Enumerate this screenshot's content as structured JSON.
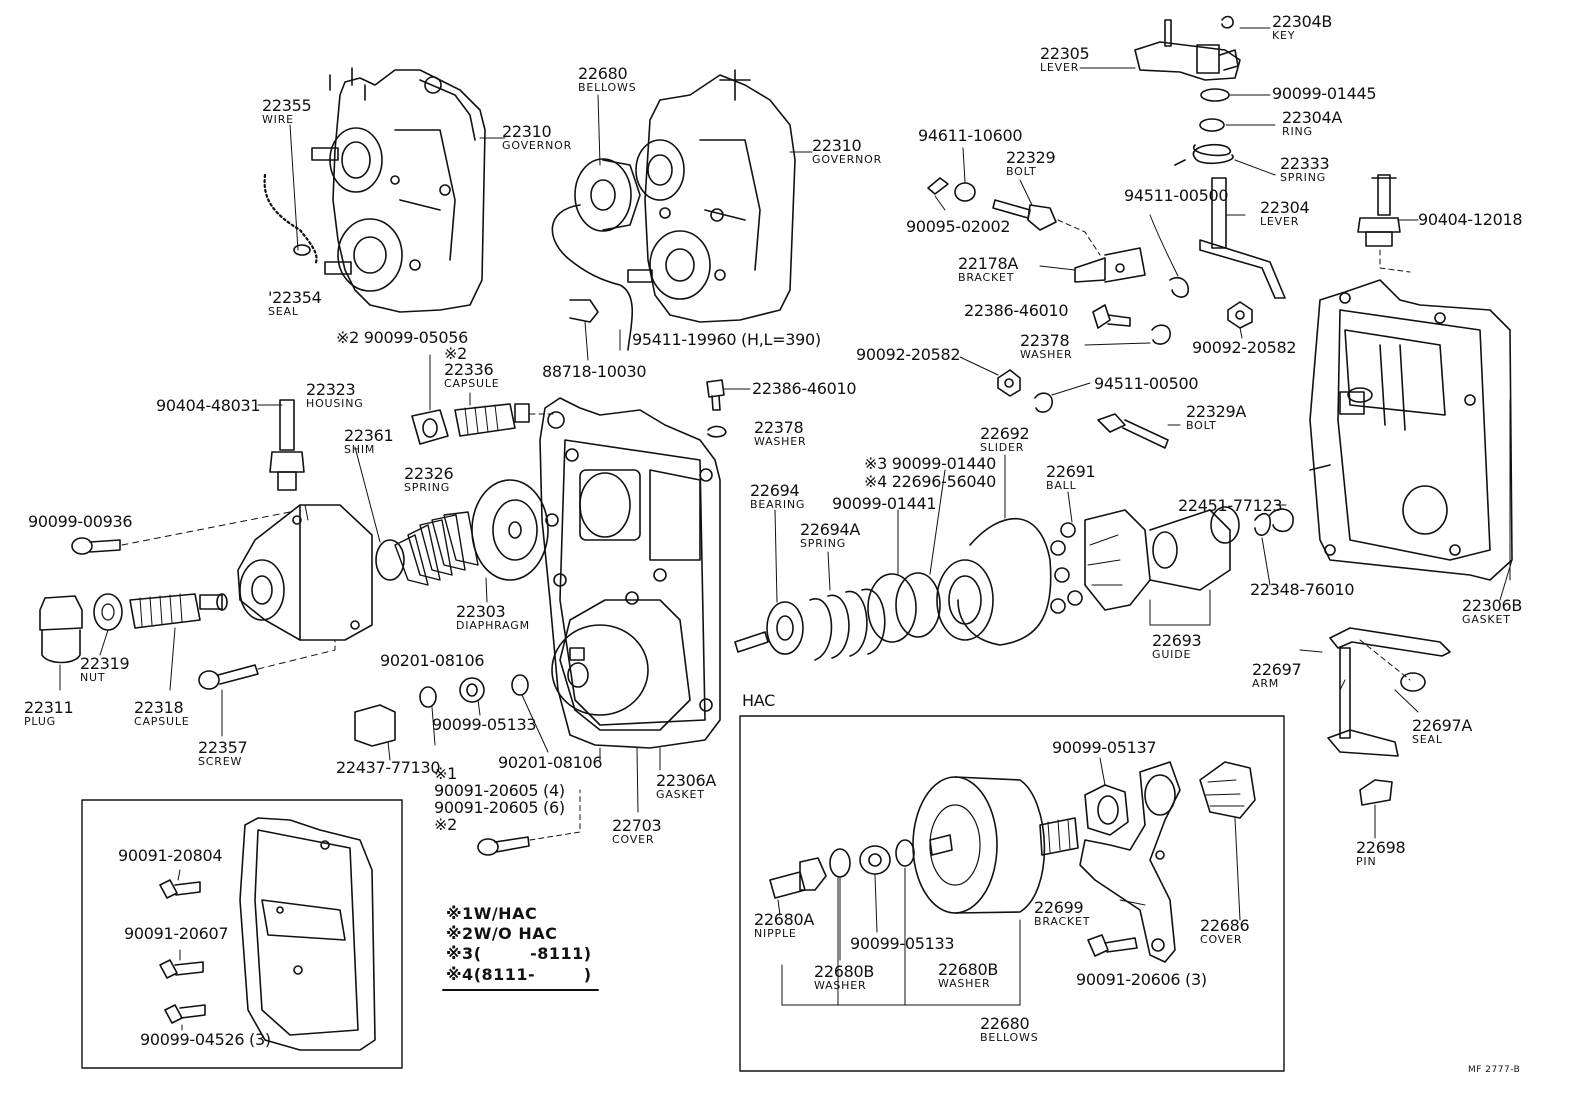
{
  "diagram_code": "MF 2777-B",
  "hac_title": "HAC",
  "legend": [
    {
      "mark": "※1",
      "text": "W/HAC"
    },
    {
      "mark": "※2",
      "text": "W/O  HAC"
    },
    {
      "mark": "※3",
      "text": "(        -8111)"
    },
    {
      "mark": "※4",
      "text": "(8111-        )"
    }
  ],
  "parts": {
    "p22304B": {
      "num": "22304B",
      "name": "KEY"
    },
    "p22305": {
      "num": "22305",
      "name": "LEVER"
    },
    "p90099_01445": {
      "num": "90099-01445",
      "name": ""
    },
    "p22304A": {
      "num": "22304A",
      "name": "RING"
    },
    "p22333": {
      "num": "22333",
      "name": "SPRING"
    },
    "p94611_10600": {
      "num": "94611-10600",
      "name": ""
    },
    "p22329": {
      "num": "22329",
      "name": "BOLT"
    },
    "p90095_02002": {
      "num": "90095-02002",
      "name": ""
    },
    "p94511_00500a": {
      "num": "94511-00500",
      "name": ""
    },
    "p22304": {
      "num": "22304",
      "name": "LEVER"
    },
    "p90404_12018": {
      "num": "90404-12018",
      "name": ""
    },
    "p22178A": {
      "num": "22178A",
      "name": "BRACKET"
    },
    "p22386_46010a": {
      "num": "22386-46010",
      "name": ""
    },
    "p22378a": {
      "num": "22378",
      "name": "WASHER"
    },
    "p90092_20582a": {
      "num": "90092-20582",
      "name": ""
    },
    "p90092_20582b": {
      "num": "90092-20582",
      "name": ""
    },
    "p94511_00500b": {
      "num": "94511-00500",
      "name": ""
    },
    "p22329A": {
      "num": "22329A",
      "name": "BOLT"
    },
    "p22692": {
      "num": "22692",
      "name": "SLIDER"
    },
    "p22691": {
      "num": "22691",
      "name": "BALL"
    },
    "p22451_77123": {
      "num": "22451-77123",
      "name": ""
    },
    "p22348_76010": {
      "num": "22348-76010",
      "name": ""
    },
    "p22306B": {
      "num": "22306B",
      "name": "GASKET"
    },
    "p22693": {
      "num": "22693",
      "name": "GUIDE"
    },
    "p22697": {
      "num": "22697",
      "name": "ARM"
    },
    "p22697A": {
      "num": "22697A",
      "name": "SEAL"
    },
    "p22698": {
      "num": "22698",
      "name": "PIN"
    },
    "p22355": {
      "num": "22355",
      "name": "WIRE"
    },
    "p22310a": {
      "num": "22310",
      "name": "GOVERNOR"
    },
    "p22310b": {
      "num": "22310",
      "name": "GOVERNOR"
    },
    "p22354": {
      "num": "'22354",
      "name": "SEAL"
    },
    "p22680a": {
      "num": "22680",
      "name": "BELLOWS"
    },
    "p90099_05056": {
      "num": "※2 90099-05056",
      "name": ""
    },
    "p95411_19960": {
      "num": "95411-19960 (H,L=390)",
      "name": ""
    },
    "p88718_10030": {
      "num": "88718-10030",
      "name": ""
    },
    "p22336": {
      "num": "※2\n22336",
      "name": "CAPSULE"
    },
    "p90404_48031": {
      "num": "90404-48031",
      "name": ""
    },
    "p22323": {
      "num": "22323",
      "name": "HOUSING"
    },
    "p22361": {
      "num": "22361",
      "name": "SHIM"
    },
    "p22326": {
      "num": "22326",
      "name": "SPRING"
    },
    "p22386_46010b": {
      "num": "22386-46010",
      "name": ""
    },
    "p22378b": {
      "num": "22378",
      "name": "WASHER"
    },
    "p90099_01440": {
      "num": "※3 90099-01440",
      "name": ""
    },
    "p22696_56040": {
      "num": "※4 22696-56040",
      "name": ""
    },
    "p22694": {
      "num": "22694",
      "name": "BEARING"
    },
    "p90099_01441": {
      "num": "90099-01441",
      "name": ""
    },
    "p22694A": {
      "num": "22694A",
      "name": "SPRING"
    },
    "p90099_00936": {
      "num": "90099-00936",
      "name": ""
    },
    "p22303": {
      "num": "22303",
      "name": "DIAPHRAGM"
    },
    "p22311": {
      "num": "22311",
      "name": "PLUG"
    },
    "p22319": {
      "num": "22319",
      "name": "NUT"
    },
    "p22318": {
      "num": "22318",
      "name": "CAPSULE"
    },
    "p22357": {
      "num": "22357",
      "name": "SCREW"
    },
    "p90201_08106a": {
      "num": "90201-08106",
      "name": ""
    },
    "p90099_05133a": {
      "num": "90099-05133",
      "name": ""
    },
    "p22437_77130": {
      "num": "22437-77130",
      "name": ""
    },
    "p90201_08106b": {
      "num": "90201-08106",
      "name": ""
    },
    "p22306A": {
      "num": "22306A",
      "name": "GASKET"
    },
    "p22703": {
      "num": "22703",
      "name": "COVER"
    },
    "p90091_20605": {
      "num": "※1\n90091-20605 (4)\n90091-20605 (6)\n※2",
      "name": ""
    },
    "p90091_20804": {
      "num": "90091-20804",
      "name": ""
    },
    "p90091_20607": {
      "num": "90091-20607",
      "name": ""
    },
    "p90099_04526": {
      "num": "90099-04526 (3)",
      "name": ""
    },
    "p90099_05137": {
      "num": "90099-05137",
      "name": ""
    },
    "p22699": {
      "num": "22699",
      "name": "BRACKET"
    },
    "p22686": {
      "num": "22686",
      "name": "COVER"
    },
    "p22680A": {
      "num": "22680A",
      "name": "NIPPLE"
    },
    "p90099_05133b": {
      "num": "90099-05133",
      "name": ""
    },
    "p22680B_a": {
      "num": "22680B",
      "name": "WASHER"
    },
    "p22680B_b": {
      "num": "22680B",
      "name": "WASHER"
    },
    "p90091_20606": {
      "num": "90091-20606 (3)",
      "name": ""
    },
    "p22680b": {
      "num": "22680",
      "name": "BELLOWS"
    }
  }
}
